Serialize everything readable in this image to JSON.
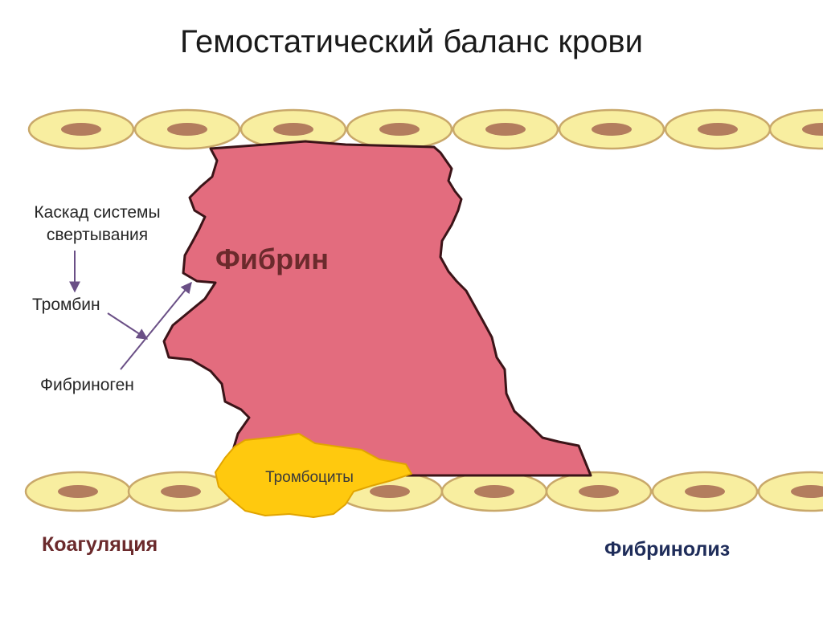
{
  "title": "Гемостатический баланс крови",
  "labels": {
    "cascade_line1": "Каскад системы",
    "cascade_line2": "свертывания",
    "thrombin": "Тромбин",
    "fibrinogen": "Фибриноген",
    "fibrin": "Фибрин",
    "platelets": "Тромбоциты",
    "coagulation": "Коагуляция",
    "fibrinolysis": "Фибринолиз"
  },
  "colors": {
    "cell_fill": "#f8eea0",
    "cell_border": "#c9a86a",
    "nucleus": "#b37d5e",
    "clot_fill": "#e36c7e",
    "clot_outline": "#3b1418",
    "platelet_fill": "#ffc90e",
    "platelet_outline": "#e1a400",
    "arrow": "#6a4f86",
    "coagulation_text": "#6b2a2c",
    "fibrinolysis_text": "#1f2d5a"
  }
}
